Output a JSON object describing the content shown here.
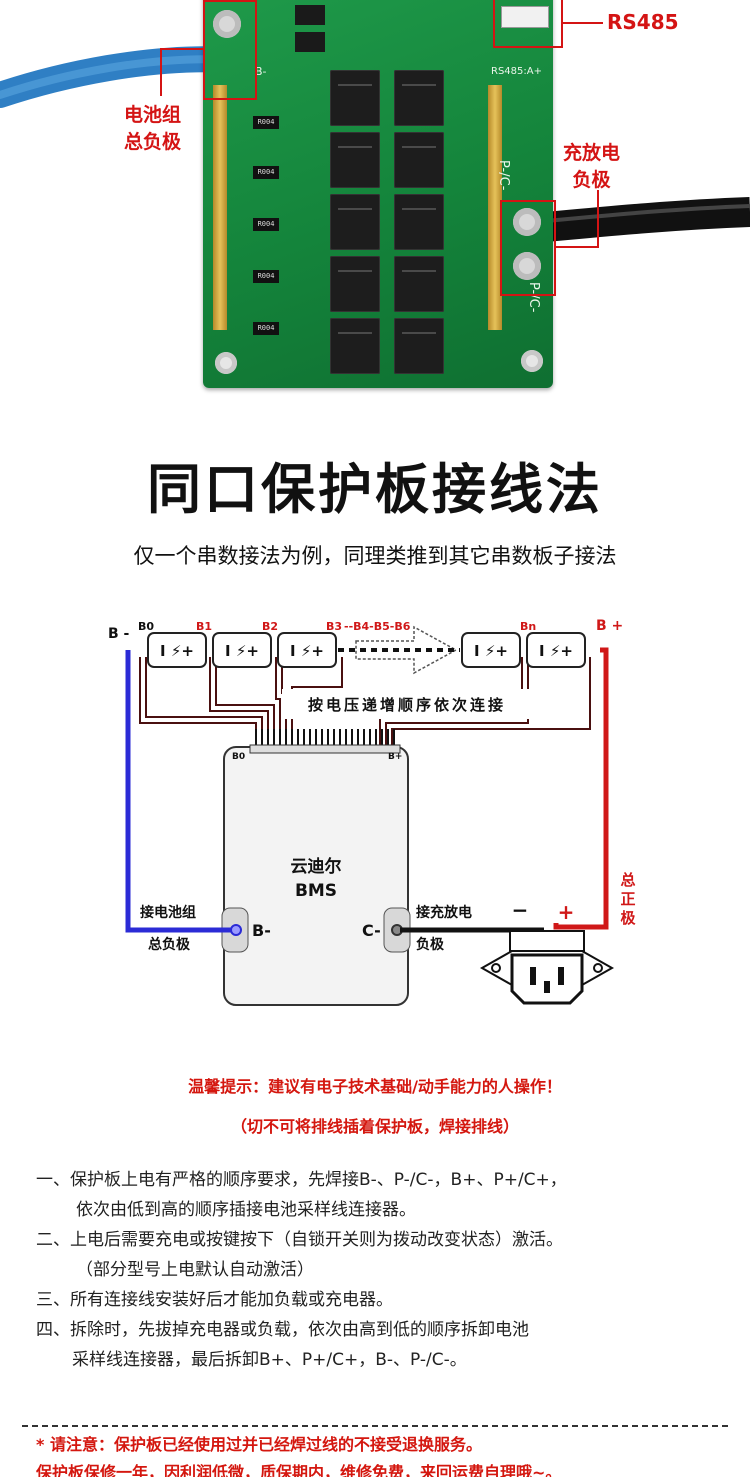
{
  "photo": {
    "labels": {
      "rs485": "RS485",
      "battery_negative": [
        "电池组",
        "总负极"
      ],
      "charge_negative": [
        "充放电",
        "负极"
      ]
    },
    "silkscreen": {
      "b_minus": "B-",
      "rs485_port": "RS485:A+",
      "p_c_top": "P-/C-",
      "p_c_bottom": "P-/C-",
      "resistor": "R004"
    }
  },
  "title": "同口保护板接线法",
  "subtitle": "仅一个串数接法为例，同理类推到其它串数板子接法",
  "diagram": {
    "b_minus": "B -",
    "b_plus": "B +",
    "b0": "B0",
    "b1": "B1",
    "b2": "B2",
    "b3": "B3",
    "b_mid": "--B4-B5-B6",
    "bn": "Bn",
    "cell_symbol": "I ⚡+",
    "banner": "按电压递增顺序依次连接",
    "board_b0": "B0",
    "board_bplus": "B+",
    "board_name_1": "云迪尔",
    "board_name_2": "BMS",
    "pin_b": "B-",
    "pin_c": "C-",
    "label_batt_1": "接电池组",
    "label_batt_2": "总负极",
    "label_charge_1": "接充放电",
    "label_charge_2": "负极",
    "minus": "−",
    "plus": "+",
    "total_pos": [
      "总",
      "正",
      "极"
    ],
    "colors": {
      "negative": "#2b2bd6",
      "positive": "#d01818",
      "sense": "#4a1010"
    }
  },
  "warning": {
    "line1": "温馨提示：建议有电子技术基础/动手能力的人操作！",
    "line2": "（切不可将排线插着保护板，焊接排线）"
  },
  "instructions": [
    "一、保护板上电有严格的顺序要求，先焊接B-、P-/C-，B+、P+/C+，",
    "依次由低到高的顺序插接电池采样线连接器。",
    "二、上电后需要充电或按键按下（自锁开关则为拨动改变状态）激活。",
    "（部分型号上电默认自动激活）",
    "三、所有连接线安装好后才能加负载或充电器。",
    "四、拆除时，先拔掉充电器或负载，依次由高到低的顺序拆卸电池",
    "采样线连接器，最后拆卸B+、P+/C+，B-、P-/C-。"
  ],
  "notice": {
    "line1": "* 请注意：保护板已经使用过并已经焊过线的不接受退换服务。",
    "line2": "保护板保修一年，因利润低微，质保期内，维修免费，来回运费自理哦~。"
  }
}
